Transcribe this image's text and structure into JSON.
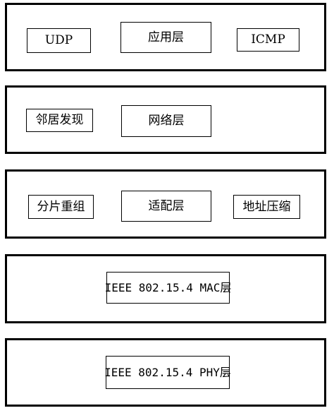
{
  "layers": [
    {
      "boxes": [
        "UDP",
        "应用层",
        "ICMP"
      ]
    },
    {
      "boxes": [
        "邻居发现",
        "网络层"
      ]
    },
    {
      "boxes": [
        "分片重组",
        "适配层",
        "地址压缩"
      ]
    },
    {
      "boxes": [
        "IEEE 802.15.4 MAC层"
      ]
    },
    {
      "boxes": [
        "IEEE 802.15.4 PHY层"
      ]
    }
  ]
}
